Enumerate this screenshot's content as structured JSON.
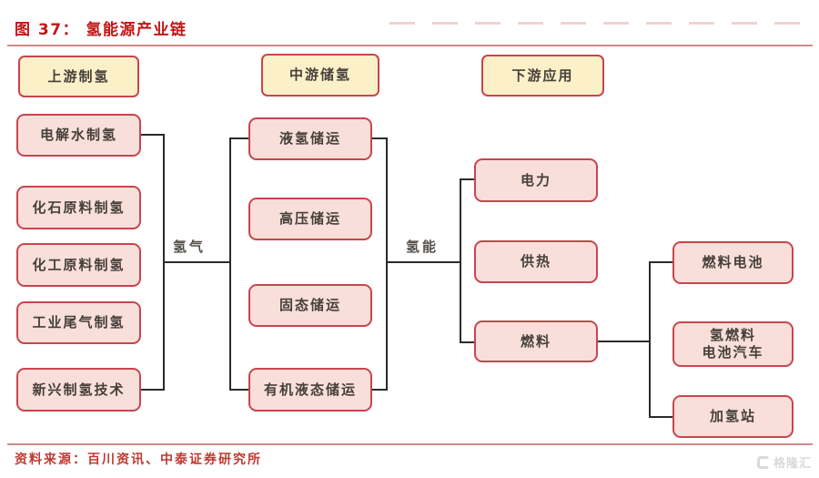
{
  "title": "图 37： 氢能源产业链",
  "headers": {
    "upstream": "上游制氢",
    "midstream": "中游储氢",
    "downstream": "下游应用"
  },
  "nodes": {
    "upstream": [
      "电解水制氢",
      "化石原料制氢",
      "化工原料制氢",
      "工业尾气制氢",
      "新兴制氢技术"
    ],
    "midstream": [
      "液氢储运",
      "高压储运",
      "固态储运",
      "有机液态储运"
    ],
    "downstream": [
      "电力",
      "供热",
      "燃料"
    ],
    "fuel_applications": [
      "燃料电池",
      "氢燃料\n电池汽车",
      "加氢站"
    ]
  },
  "edge_labels": {
    "left": "氢气",
    "right": "氢能"
  },
  "source": "资料来源：百川资讯、中泰证券研究所",
  "watermark": "格隆汇",
  "colors": {
    "title_red": "#c41414",
    "source_red": "#bf3a30",
    "node_fill": "#f8dfda",
    "node_border": "#c8454e",
    "header_fill": "#fbf0c8",
    "connector": "#2b2b2b"
  }
}
